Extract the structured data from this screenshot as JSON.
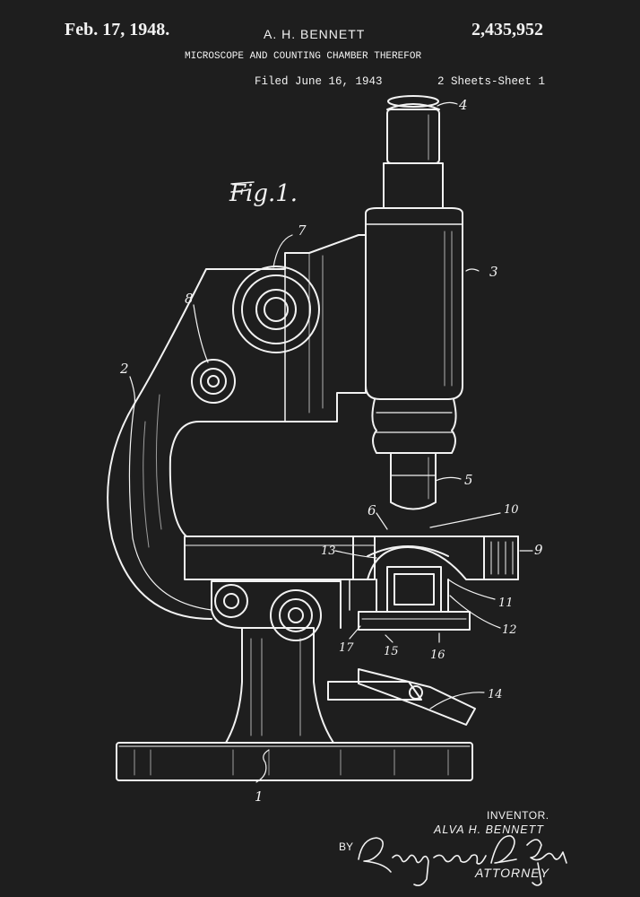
{
  "header": {
    "date": "Feb. 17, 1948.",
    "inventor": "A. H. BENNETT",
    "patent_number": "2,435,952",
    "title": "MICROSCOPE AND COUNTING CHAMBER THEREFOR",
    "filed": "Filed June 16, 1943",
    "sheets": "2 Sheets-Sheet 1"
  },
  "figure": {
    "label": "Fig.1.",
    "reference_numerals": [
      "1",
      "2",
      "3",
      "4",
      "5",
      "6",
      "7",
      "8",
      "9",
      "10",
      "11",
      "12",
      "13",
      "14",
      "15",
      "16",
      "17"
    ]
  },
  "footer": {
    "inventor_heading": "INVENTOR.",
    "inventor_name": "ALVA H. BENNETT",
    "by": "BY",
    "signature": "Raymond A. Paquin",
    "attorney": "ATTORNEY"
  },
  "colors": {
    "background": "#1e1e1e",
    "ink": "#f2f2f2"
  }
}
